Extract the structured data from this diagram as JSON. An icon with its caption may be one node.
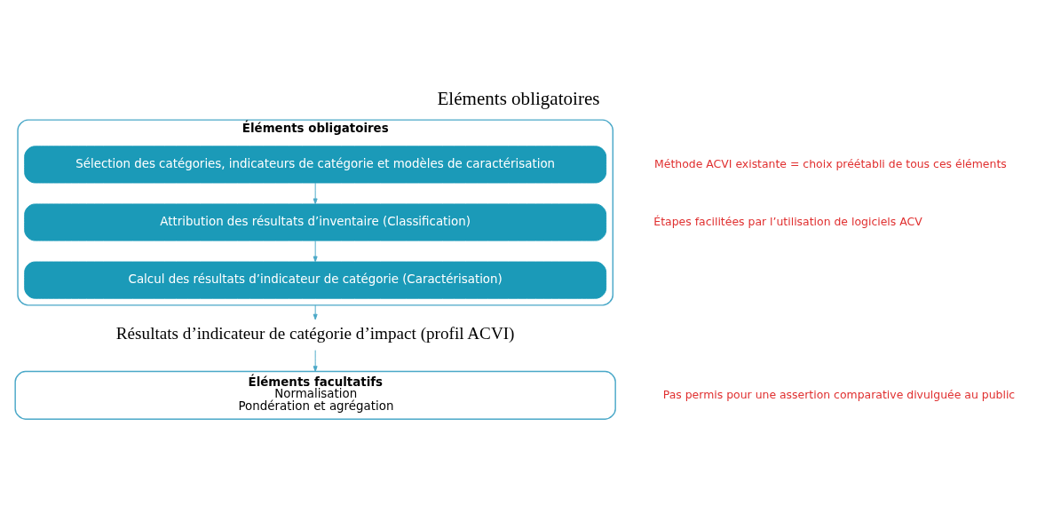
{
  "diagram": {
    "title": "Eléments obligatoires",
    "nodes": [
      {
        "text": [
          "Éléments obligatoires"
        ]
      },
      {
        "text": [
          "Sélection des catégories, indicateurs de catégorie et modèles de caractérisation"
        ],
        "in": 0
      },
      {
        "text": [
          "Attribution des résultats d’inventaire (Classification)"
        ],
        "in": 0
      },
      {
        "text": [
          "Calcul des résultats d’indicateur de catégorie (Caractérisation)"
        ],
        "in": 0
      },
      {
        "text": [
          "Résultats d’indicateur de catégorie d’impact (profil ACVI)"
        ]
      },
      {
        "text": [
          "Éléments facultatifs",
          "Normalisation",
          "Pondération et agrégation"
        ]
      }
    ],
    "edges": [
      {
        "from": 1,
        "to": 2,
        "arrow": "to"
      },
      {
        "from": 2,
        "to": 3,
        "arrow": "to"
      },
      {
        "from": 0,
        "to": 4,
        "arrow": "to"
      },
      {
        "from": 4,
        "to": 5,
        "arrow": "to"
      }
    ],
    "labels": [
      "Méthode ACVI existante = choix préétabli de tous ces éléments",
      "Étapes facilitées par l’utilisation de logiciels ACV",
      "Pas permis pour une assertion comparative divulguée au public"
    ]
  }
}
